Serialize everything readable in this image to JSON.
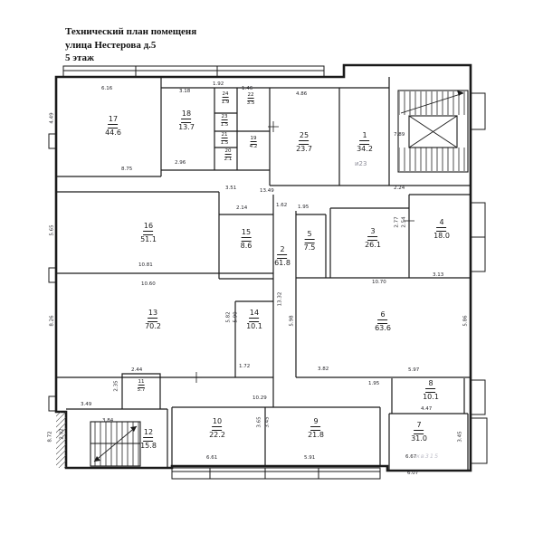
{
  "title": {
    "line1": "Технический план помещеня",
    "line2": "улица Нестерова д.5",
    "line3": "5 этаж"
  },
  "rooms": {
    "r1": {
      "number": "1",
      "area": "34.2"
    },
    "r2": {
      "number": "2",
      "area": "61.8"
    },
    "r3": {
      "number": "3",
      "area": "26.1"
    },
    "r4": {
      "number": "4",
      "area": "18.0"
    },
    "r5": {
      "number": "5",
      "area": "7.5"
    },
    "r6": {
      "number": "6",
      "area": "63.6"
    },
    "r7": {
      "number": "7",
      "area": "31.0"
    },
    "r8": {
      "number": "8",
      "area": "10.1"
    },
    "r9": {
      "number": "9",
      "area": "21.8"
    },
    "r10": {
      "number": "10",
      "area": "22.2"
    },
    "r11": {
      "number": "11",
      "area": "5.7"
    },
    "r12": {
      "number": "12",
      "area": "15.8"
    },
    "r13": {
      "number": "13",
      "area": "70.2"
    },
    "r14": {
      "number": "14",
      "area": "10.1"
    },
    "r15": {
      "number": "15",
      "area": "8.6"
    },
    "r16": {
      "number": "16",
      "area": "51.1"
    },
    "r17": {
      "number": "17",
      "area": "44.6"
    },
    "r18": {
      "number": "18",
      "area": "13.7"
    },
    "r19": {
      "number": "19",
      "area": "4.2"
    },
    "r20": {
      "number": "20",
      "area": "2.1"
    },
    "r21": {
      "number": "21",
      "area": "1.5"
    },
    "r22": {
      "number": "22",
      "area": "3.5"
    },
    "r23": {
      "number": "23",
      "area": "1.5"
    },
    "r24": {
      "number": "24",
      "area": "1.9"
    },
    "r25": {
      "number": "25",
      "area": "23.7"
    }
  },
  "dims": [
    "6.16",
    "8.75",
    "4.49",
    "3.18",
    "2.96",
    "1.92",
    "1.46",
    "4.86",
    "3.51",
    "13.49",
    "2.14",
    "1.62",
    "1.95",
    "2.24",
    "5.65",
    "10.81",
    "10.60",
    "10.70",
    "3.13",
    "2.77",
    "2.54",
    "8.26",
    "5.82",
    "5.90",
    "13.32",
    "5.98",
    "1.72",
    "3.82",
    "5.97",
    "2.44",
    "2.35",
    "3.49",
    "3.84",
    "10.29",
    "3.65",
    "3.45",
    "6.61",
    "5.91",
    "1.95",
    "4.47",
    "6.67",
    "6.07",
    "8.72",
    "2.92",
    "3.45",
    "5.86",
    "7.89"
  ],
  "annotations": {
    "unit_mark": "и23",
    "watermark": "кв315"
  },
  "colors": {
    "ink": "#1a1a1a",
    "paper": "#ffffff",
    "faint": "#c0c0ca"
  }
}
